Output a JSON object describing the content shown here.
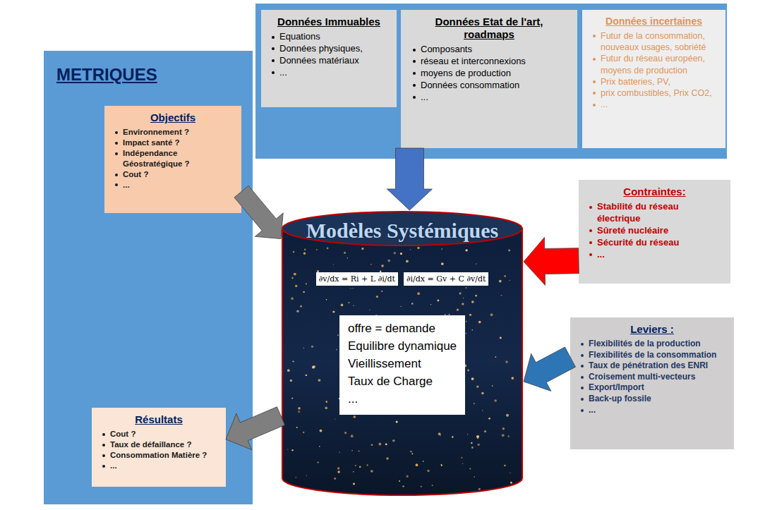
{
  "diagram": {
    "nodes": [
      {
        "text": [
          "Données Immuables",
          "Equations",
          "Données physiques,",
          "Données matériaux",
          "..."
        ]
      },
      {
        "text": [
          "Données Etat de l'art, roadmaps",
          "Composants",
          "réseau et interconnexions",
          "moyens de production",
          "Données consommation",
          "..."
        ]
      },
      {
        "text": [
          "Données incertaines",
          "Futur de la consommation, nouveaux usages, sobriété",
          "Futur du réseau européen, moyens de production",
          "Prix batteries, PV,",
          "prix combustibles, Prix CO2,",
          "..."
        ]
      },
      {
        "text": [
          "METRIQUES"
        ]
      },
      {
        "text": [
          "Objectifs",
          "Environnement ?",
          "Impact santé ?",
          "Indépendance Géostratégique ?",
          "Cout ?",
          "..."
        ],
        "in": 3
      },
      {
        "text": [
          "Contraintes:",
          "Stabilité du réseau électrique",
          "Sûreté nucléaire",
          "Sécurité du réseau",
          "..."
        ]
      },
      {
        "text": [
          "Modèles Systémiques",
          "∂v/dx = Ri + L ∂i/dt",
          "∂i/dx = Gv + C ∂v/dt"
        ]
      },
      {
        "text": [
          "offre = demande",
          "Equilibre dynamique",
          "Vieillissement",
          "Taux de Charge",
          "..."
        ],
        "in": 6
      },
      {
        "text": [
          "Leviers :",
          "Flexibilités de la production",
          "Flexibilités de la consommation",
          "Taux de pénétration des ENRI",
          "Croisement multi-vecteurs",
          "Export/Import",
          "Back-up fossile",
          "..."
        ]
      },
      {
        "text": [
          "Résultats",
          "Cout ?",
          "Taux de défaillance ?",
          "Consommation Matière ?",
          "..."
        ],
        "in": 3
      }
    ],
    "edges": [
      {
        "from": 1,
        "to": 6,
        "arrow": "to"
      },
      {
        "from": 4,
        "to": 6,
        "arrow": "to"
      },
      {
        "from": 5,
        "to": 6,
        "arrow": "to"
      },
      {
        "from": 8,
        "to": 6,
        "arrow": "to"
      },
      {
        "from": 6,
        "to": 9,
        "arrow": "to"
      }
    ]
  }
}
